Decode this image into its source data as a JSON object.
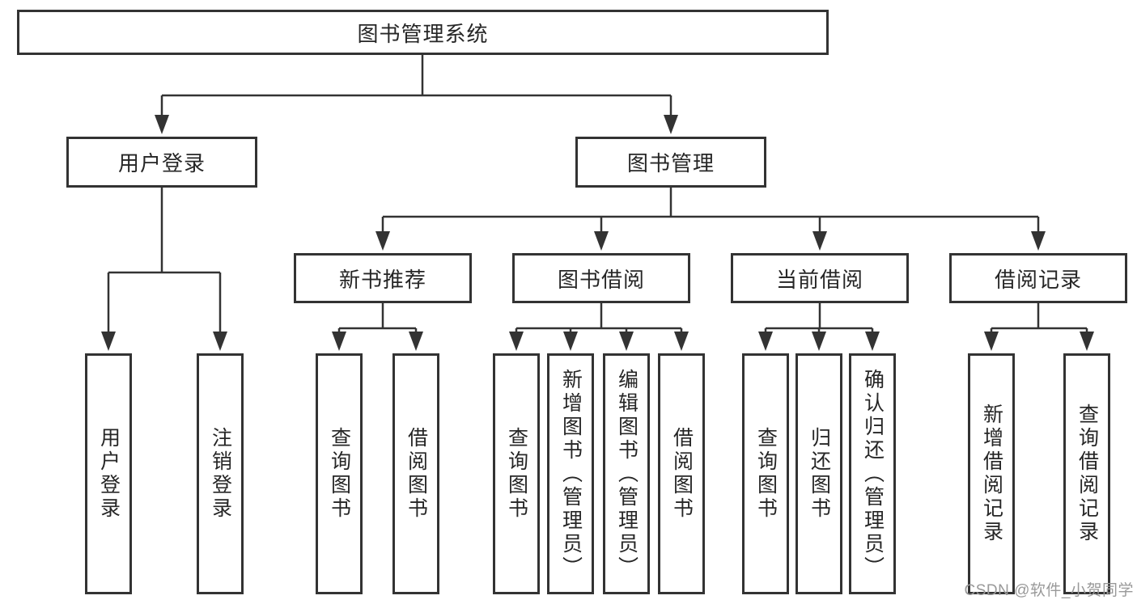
{
  "watermark": "CSDN @软件_小贺同学",
  "colors": {
    "line": "#333333",
    "box_border": "#333333",
    "box_background": "#ffffff",
    "text": "#262626",
    "watermark_gray": "#999999"
  },
  "tree": {
    "root": {
      "label": "图书管理系统",
      "children": [
        {
          "label": "用户登录",
          "children": [
            {
              "label": "用户登录"
            },
            {
              "label": "注销登录"
            }
          ]
        },
        {
          "label": "图书管理",
          "children": [
            {
              "label": "新书推荐",
              "children": [
                {
                  "label": "查询图书"
                },
                {
                  "label": "借阅图书"
                }
              ]
            },
            {
              "label": "图书借阅",
              "children": [
                {
                  "label": "查询图书"
                },
                {
                  "label": "新增图书（管理员）"
                },
                {
                  "label": "编辑图书（管理员）"
                },
                {
                  "label": "借阅图书"
                }
              ]
            },
            {
              "label": "当前借阅",
              "children": [
                {
                  "label": "查询图书"
                },
                {
                  "label": "归还图书"
                },
                {
                  "label": "确认归还（管理员）"
                }
              ]
            },
            {
              "label": "借阅记录",
              "children": [
                {
                  "label": "新增借阅记录"
                },
                {
                  "label": "查询借阅记录"
                }
              ]
            }
          ]
        }
      ]
    }
  }
}
